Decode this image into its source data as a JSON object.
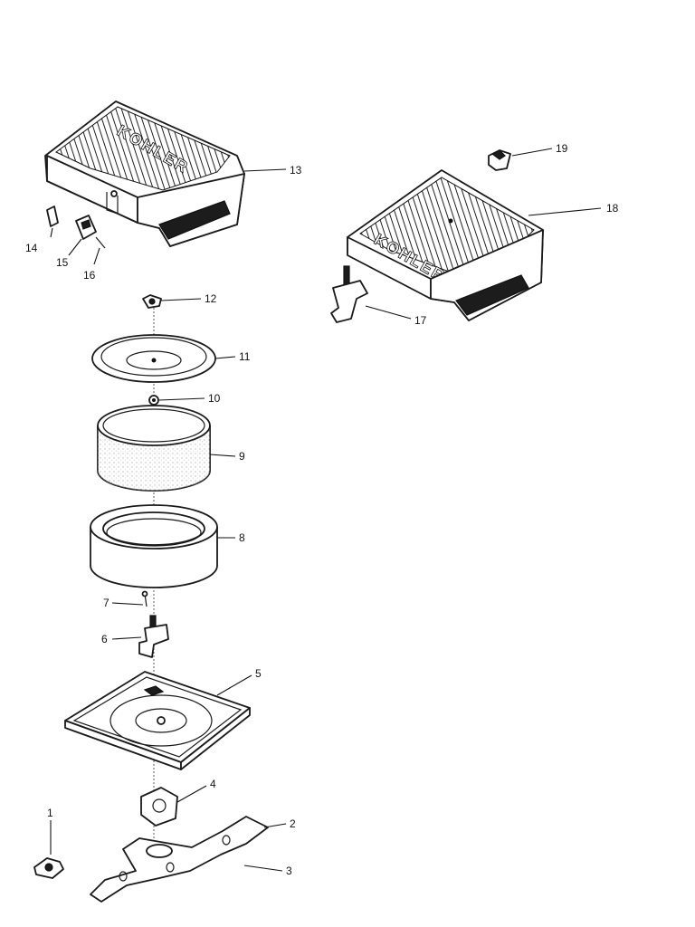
{
  "brand": "KOHLER",
  "callouts": [
    {
      "id": "p1",
      "label": "1"
    },
    {
      "id": "p2",
      "label": "2"
    },
    {
      "id": "p3",
      "label": "3"
    },
    {
      "id": "p4",
      "label": "4"
    },
    {
      "id": "p5",
      "label": "5"
    },
    {
      "id": "p6",
      "label": "6"
    },
    {
      "id": "p7",
      "label": "7"
    },
    {
      "id": "p8",
      "label": "8"
    },
    {
      "id": "p9",
      "label": "9"
    },
    {
      "id": "p10",
      "label": "10"
    },
    {
      "id": "p11",
      "label": "11"
    },
    {
      "id": "p12",
      "label": "12"
    },
    {
      "id": "p13",
      "label": "13"
    },
    {
      "id": "p14",
      "label": "14"
    },
    {
      "id": "p15",
      "label": "15"
    },
    {
      "id": "p16",
      "label": "16"
    },
    {
      "id": "p17",
      "label": "17"
    },
    {
      "id": "p18",
      "label": "18"
    },
    {
      "id": "p19",
      "label": "19"
    }
  ]
}
